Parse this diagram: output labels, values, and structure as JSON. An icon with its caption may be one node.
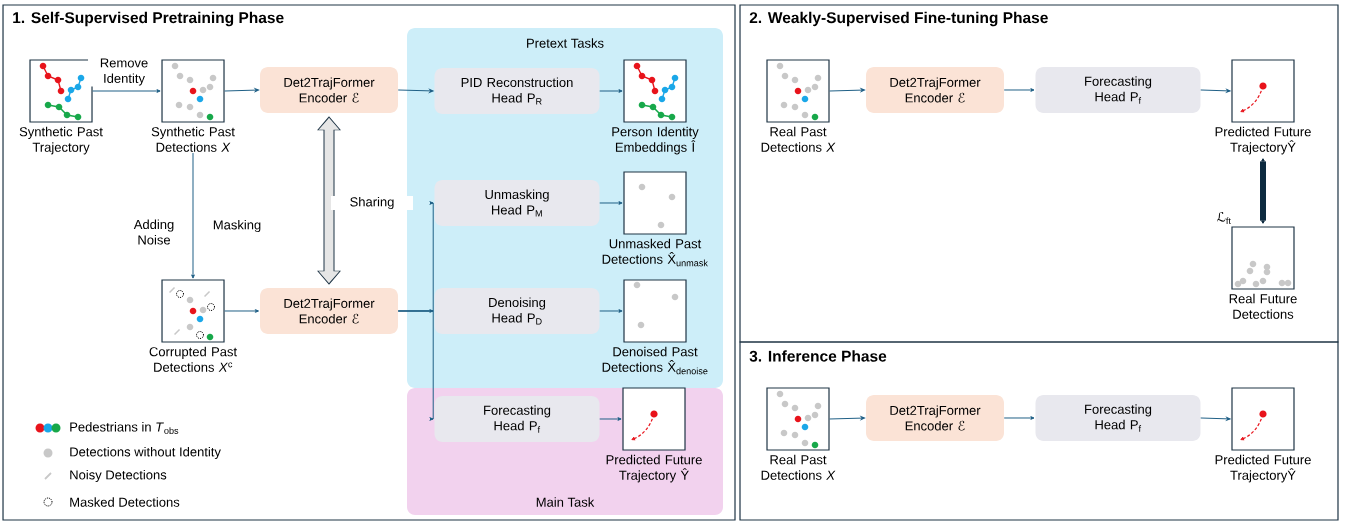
{
  "diagram": {
    "nodes": [
      {
        "text": [
          "1. Self-Supervised Pretraining Phase"
        ]
      },
      {
        "text": [
          "Pretext Tasks"
        ],
        "in": 0
      },
      {
        "text": [
          "Main Task"
        ],
        "in": 0
      },
      {
        "text": [],
        "shape": "box",
        "beside": [
          "Synthetic Past Trajectory"
        ],
        "in": 0
      },
      {
        "text": [],
        "shape": "box",
        "beside": [
          "Synthetic Past Detections *X*"
        ],
        "in": 0
      },
      {
        "text": [
          "Det2TrajFormer Encoder ℰ"
        ],
        "in": 0
      },
      {
        "text": [
          "PID Reconstruction Head P$_{R}$"
        ],
        "in": 1
      },
      {
        "text": [],
        "shape": "box",
        "beside": [
          "Person Identity Embeddings Î"
        ],
        "in": 1
      },
      {
        "text": [
          "Unmasking Head P$_{M}$"
        ],
        "in": 1
      },
      {
        "text": [],
        "shape": "box",
        "beside": [
          "Unmasked Past Detections X̂$_{unmask}$"
        ],
        "in": 1
      },
      {
        "text": [],
        "shape": "box",
        "beside": [
          "Corrupted Past Detections *X*$^{c}$"
        ],
        "in": 0
      },
      {
        "text": [
          "Det2TrajFormer Encoder ℰ"
        ],
        "in": 0
      },
      {
        "text": [
          "Denoising Head P$_{D}$"
        ],
        "in": 1
      },
      {
        "text": [],
        "shape": "box",
        "beside": [
          "Denoised Past Detections X̂$_{denoise}$"
        ],
        "in": 1
      },
      {
        "text": [
          "Forecasting Head P$_{f}$"
        ],
        "in": 2
      },
      {
        "text": [],
        "shape": "box",
        "beside": [
          "Predicted Future Trajectory Ŷ"
        ],
        "in": 2
      },
      {
        "text": [
          "2. Weakly-Supervised Fine-tuning Phase"
        ]
      },
      {
        "text": [],
        "shape": "box",
        "beside": [
          "Real Past Detections *X*"
        ],
        "in": 16
      },
      {
        "text": [
          "Det2TrajFormer Encoder ℰ"
        ],
        "in": 16
      },
      {
        "text": [
          "Forecasting Head P$_{f}$"
        ],
        "in": 16
      },
      {
        "text": [],
        "shape": "box",
        "beside": [
          "Predicted Future TrajectoryŶ"
        ],
        "in": 16
      },
      {
        "text": [],
        "shape": "box",
        "beside": [
          "Real Future Detections"
        ],
        "in": 16
      },
      {
        "text": [
          "3. Inference Phase"
        ]
      },
      {
        "text": [],
        "shape": "box",
        "beside": [
          "Real Past Detections *X*"
        ],
        "in": 22
      },
      {
        "text": [
          "Det2TrajFormer Encoder ℰ"
        ],
        "in": 22
      },
      {
        "text": [
          "Forecasting Head P$_{f}$"
        ],
        "in": 22
      },
      {
        "text": [],
        "shape": "box",
        "beside": [
          "Predicted Future TrajectoryŶ"
        ],
        "in": 22
      }
    ],
    "edges": [
      {
        "from": 3,
        "to": 4,
        "arrow": "to",
        "label": "Remove Identity"
      },
      {
        "from": 4,
        "to": 5,
        "arrow": "to"
      },
      {
        "from": 4,
        "to": 10,
        "arrow": "to",
        "label": "Adding Noise"
      },
      {
        "from": 10,
        "to": 11,
        "arrow": "to"
      },
      {
        "from": 5,
        "to": 11,
        "arrow": "both",
        "label": "Sharing",
        "style": "thick",
        "color": "#e6e6e6"
      },
      {
        "from": 5,
        "to": 6,
        "arrow": "to"
      },
      {
        "from": 6,
        "to": 7,
        "arrow": "to"
      },
      {
        "from": 11,
        "to": 8,
        "arrow": "to"
      },
      {
        "from": 11,
        "to": 12,
        "arrow": "to"
      },
      {
        "from": 11,
        "to": 14,
        "arrow": "to"
      },
      {
        "from": 8,
        "to": 9,
        "arrow": "to"
      },
      {
        "from": 12,
        "to": 13,
        "arrow": "to"
      },
      {
        "from": 14,
        "to": 15,
        "arrow": "to"
      },
      {
        "from": 17,
        "to": 18,
        "arrow": "to"
      },
      {
        "from": 18,
        "to": 19,
        "arrow": "to"
      },
      {
        "from": 19,
        "to": 20,
        "arrow": "to"
      },
      {
        "from": 20,
        "to": 21,
        "arrow": "both",
        "label": "ℒ$_{ft}$",
        "style": "thick",
        "color": "#0d2a3f"
      },
      {
        "from": 23,
        "to": 24,
        "arrow": "to"
      },
      {
        "from": 24,
        "to": 25,
        "arrow": "to"
      },
      {
        "from": 25,
        "to": 26,
        "arrow": "to"
      }
    ],
    "labels": [
      "Masking"
    ],
    "legend": [
      {
        "text": "Pedestrians in *T*$_{obs}$"
      },
      {
        "text": "Detections without Identity"
      },
      {
        "text": "Noisy Detections"
      },
      {
        "text": "Masked Detections"
      }
    ]
  }
}
